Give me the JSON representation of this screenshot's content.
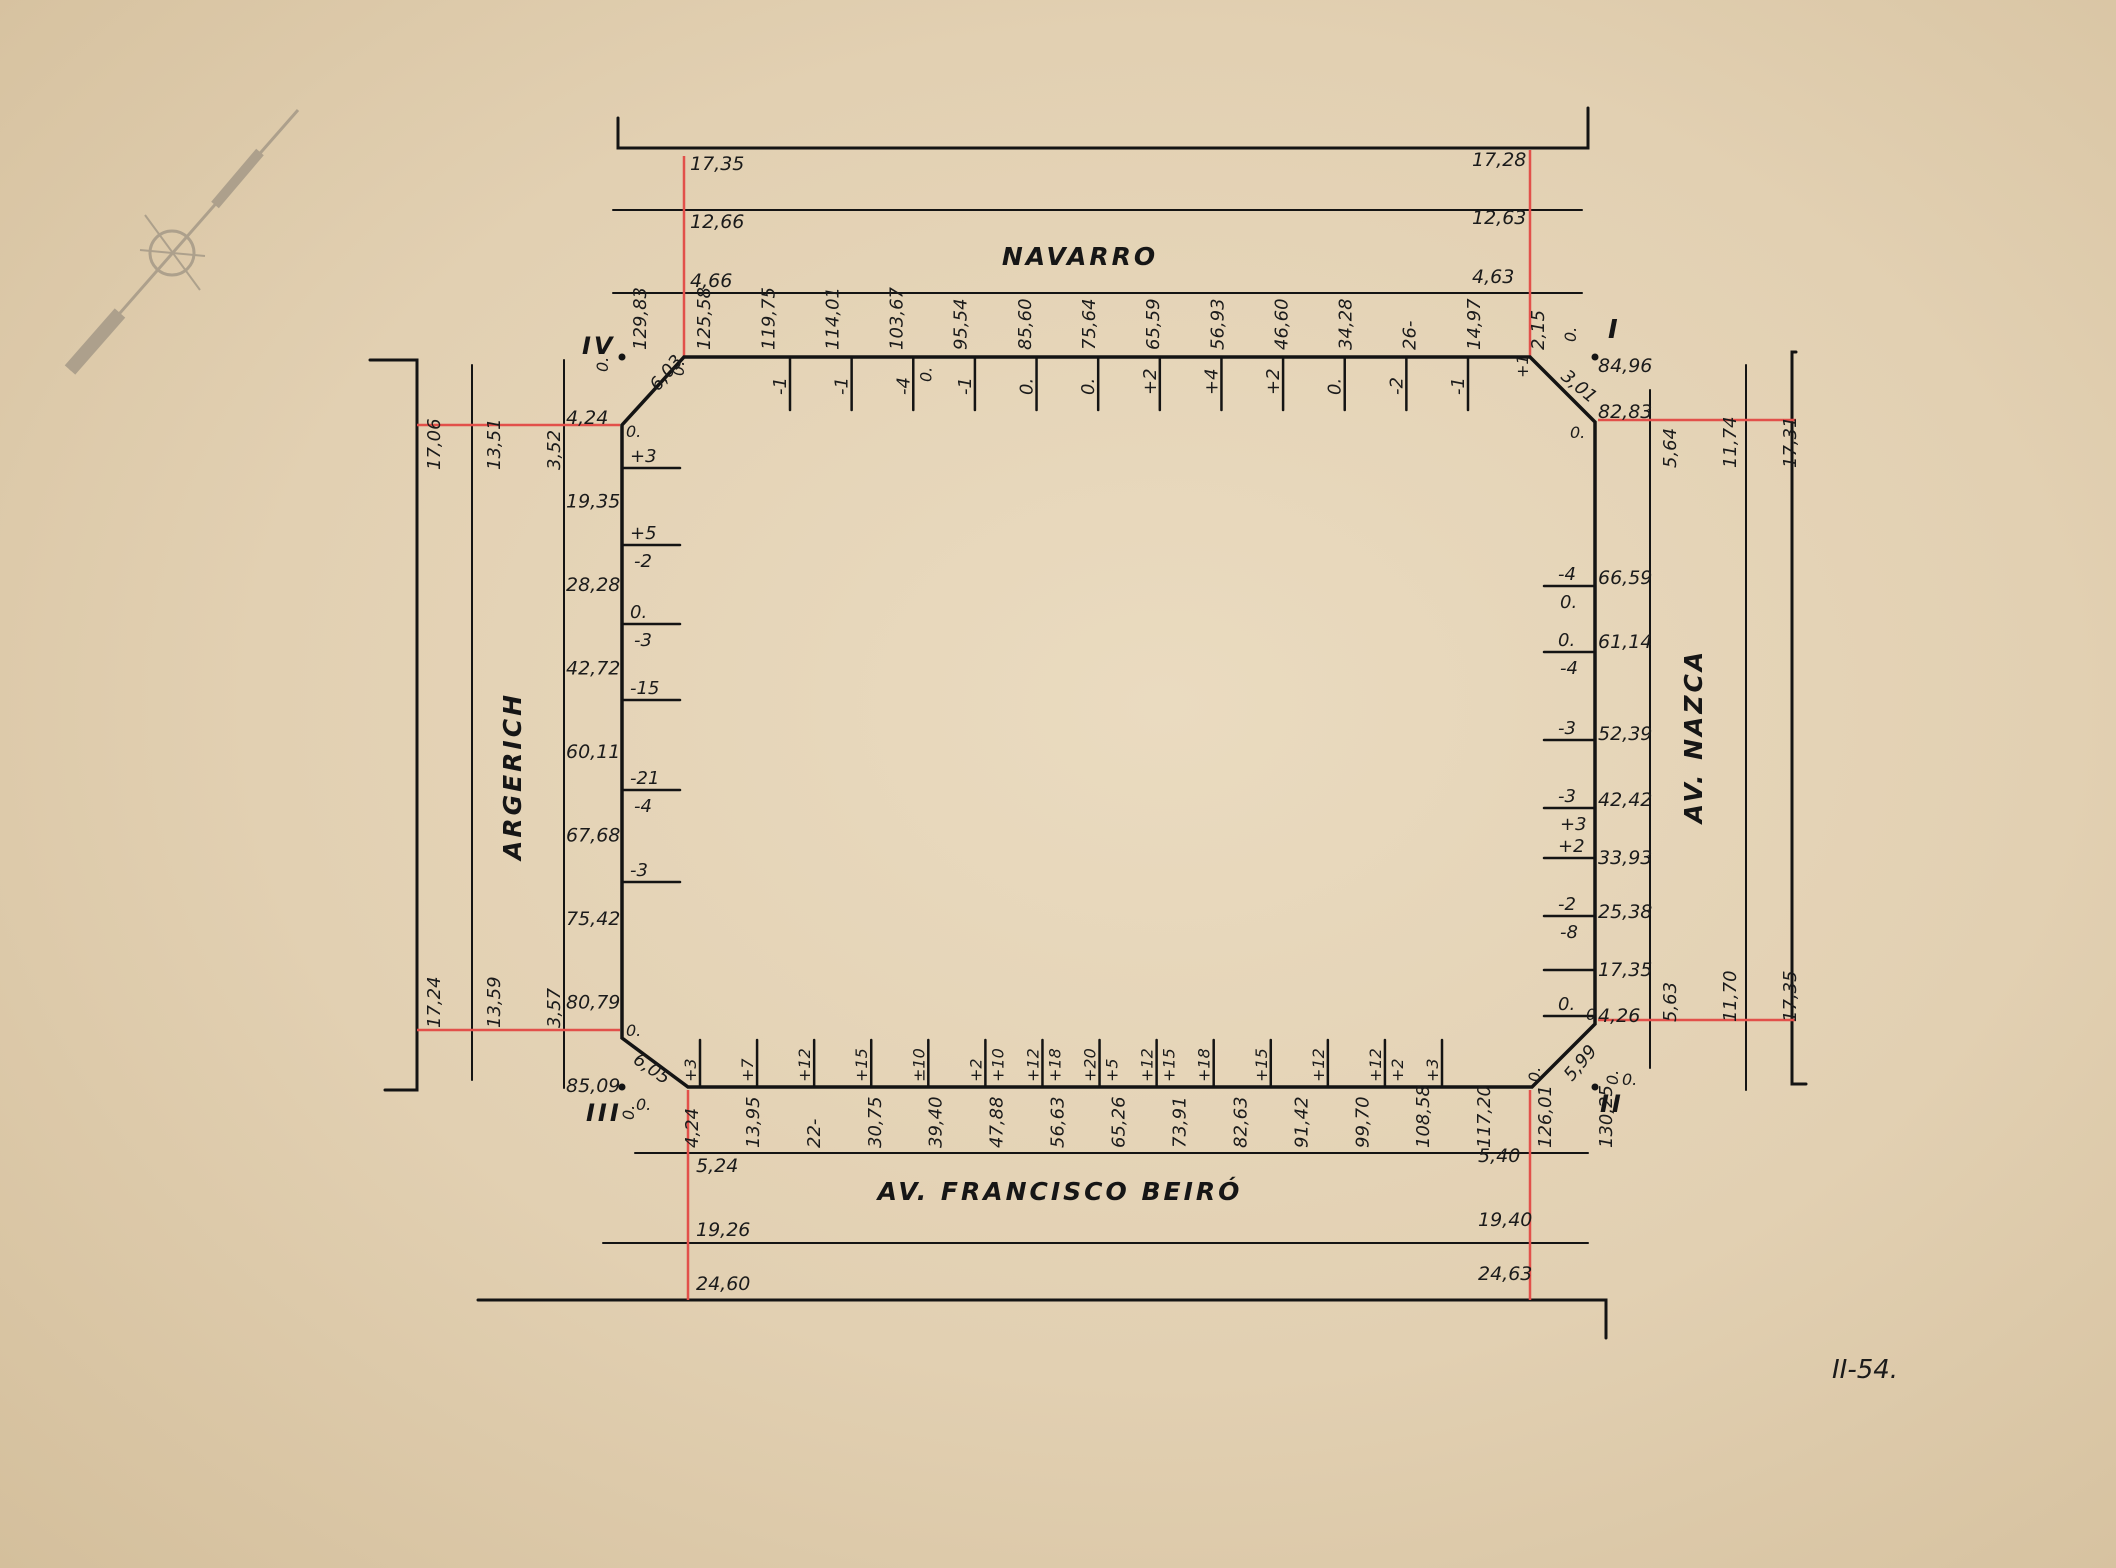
{
  "colors": {
    "paper": "#e6d5b8",
    "ink": "#141414",
    "red_lines": "#e2504a"
  },
  "streets": {
    "north": "NAVARRO",
    "south": "AV. FRANCISCO BEIRÓ",
    "west": "ARGERICH",
    "east": "AV. NAZCA"
  },
  "corners": {
    "i": "I",
    "ii": "II",
    "iii": "III",
    "iv": "IV"
  },
  "sheet_number": "II-54.",
  "decorative_icons": [
    "compass-rose-icon"
  ],
  "north_street": {
    "widths_left": [
      "17,35",
      "12,66",
      "4,66"
    ],
    "widths_right": [
      "17,28",
      "12,63",
      "4,63"
    ],
    "progressives": [
      "129,83",
      "125,58",
      "119,75",
      "114,01",
      "103,67",
      "95,54",
      "85,60",
      "75,64",
      "65,59",
      "56,93",
      "46,60",
      "34,28",
      "26-",
      "14,97",
      "2,15"
    ],
    "offsets": [
      {
        "top": "-1",
        "bottom": ""
      },
      {
        "top": "-1",
        "bottom": ""
      },
      {
        "top": "-4",
        "bottom": "0."
      },
      {
        "top": "-1",
        "bottom": ""
      },
      {
        "top": "0.",
        "bottom": ""
      },
      {
        "top": "0.",
        "bottom": ""
      },
      {
        "top": "+2",
        "bottom": ""
      },
      {
        "top": "+4",
        "bottom": ""
      },
      {
        "top": "+2",
        "bottom": ""
      },
      {
        "top": "0.",
        "bottom": ""
      },
      {
        "top": "-2",
        "bottom": ""
      },
      {
        "top": "-1",
        "bottom": ""
      }
    ],
    "corner_marks": [
      "0.",
      "+1",
      "0.",
      "0."
    ]
  },
  "south_street": {
    "widths_left": [
      "5,24",
      "19,26",
      "24,60"
    ],
    "widths_right": [
      "5,40",
      "19,40",
      "24,63"
    ],
    "progressives": [
      "4,24",
      "13,95",
      "22-",
      "30,75",
      "39,40",
      "47,88",
      "56,63",
      "65,26",
      "73,91",
      "82,63",
      "91,42",
      "99,70",
      "108,58",
      "117,20",
      "126,01",
      "130,25"
    ],
    "offsets": [
      {
        "top": "+3",
        "bottom": ""
      },
      {
        "top": "+7",
        "bottom": ""
      },
      {
        "top": "+12",
        "bottom": ""
      },
      {
        "top": "+15",
        "bottom": ""
      },
      {
        "top": "±10",
        "bottom": ""
      },
      {
        "top": "+2",
        "bottom": "+10"
      },
      {
        "top": "+12",
        "bottom": "+18"
      },
      {
        "top": "+20",
        "bottom": "+5"
      },
      {
        "top": "+12",
        "bottom": "+15"
      },
      {
        "top": "+18",
        "bottom": ""
      },
      {
        "top": "+15",
        "bottom": ""
      },
      {
        "top": "+12",
        "bottom": ""
      },
      {
        "top": "+12",
        "bottom": "+2"
      },
      {
        "top": "+3",
        "bottom": ""
      }
    ],
    "corner_marks": [
      "0.",
      "0.",
      "0."
    ]
  },
  "west_street": {
    "widths_top": [
      "17,06",
      "13,51",
      "3,52"
    ],
    "widths_bottom": [
      "17,24",
      "13,59",
      "3,57"
    ],
    "progressives": [
      "4,24",
      "19,35",
      "28,28",
      "42,72",
      "60,11",
      "67,68",
      "75,42",
      "80,79",
      "85,09"
    ],
    "offsets": [
      {
        "top": "+3",
        "bottom": ""
      },
      {
        "top": "+5",
        "bottom": "-2"
      },
      {
        "top": "0.",
        "bottom": "-3"
      },
      {
        "top": "-15",
        "bottom": ""
      },
      {
        "top": "-21",
        "bottom": "-4"
      },
      {
        "top": "-3",
        "bottom": ""
      }
    ],
    "corner_marks": [
      "0.",
      "0.",
      "0."
    ]
  },
  "east_street": {
    "widths_top": [
      "5,64",
      "11,74",
      "17,31"
    ],
    "widths_bottom": [
      "5,63",
      "11,70",
      "17,35"
    ],
    "progressives": [
      "84,96",
      "82,83",
      "66,59",
      "61,14",
      "52,39",
      "42,42",
      "33,93",
      "25,38",
      "17,35",
      "4,26"
    ],
    "offsets": [
      {
        "top": "-4",
        "bottom": "0."
      },
      {
        "top": "0.",
        "bottom": "-4"
      },
      {
        "top": "-3",
        "bottom": ""
      },
      {
        "top": "-3",
        "bottom": "+3"
      },
      {
        "top": "+2",
        "bottom": ""
      },
      {
        "top": "-2",
        "bottom": "-8"
      },
      {
        "top": "",
        "bottom": ""
      },
      {
        "top": "0.",
        "bottom": ""
      }
    ],
    "corner_marks": [
      "0.",
      "0",
      "0."
    ]
  },
  "chamfers": {
    "ne": "3,01",
    "nw": "6,03",
    "sw": "6,05",
    "se": "5,99"
  }
}
